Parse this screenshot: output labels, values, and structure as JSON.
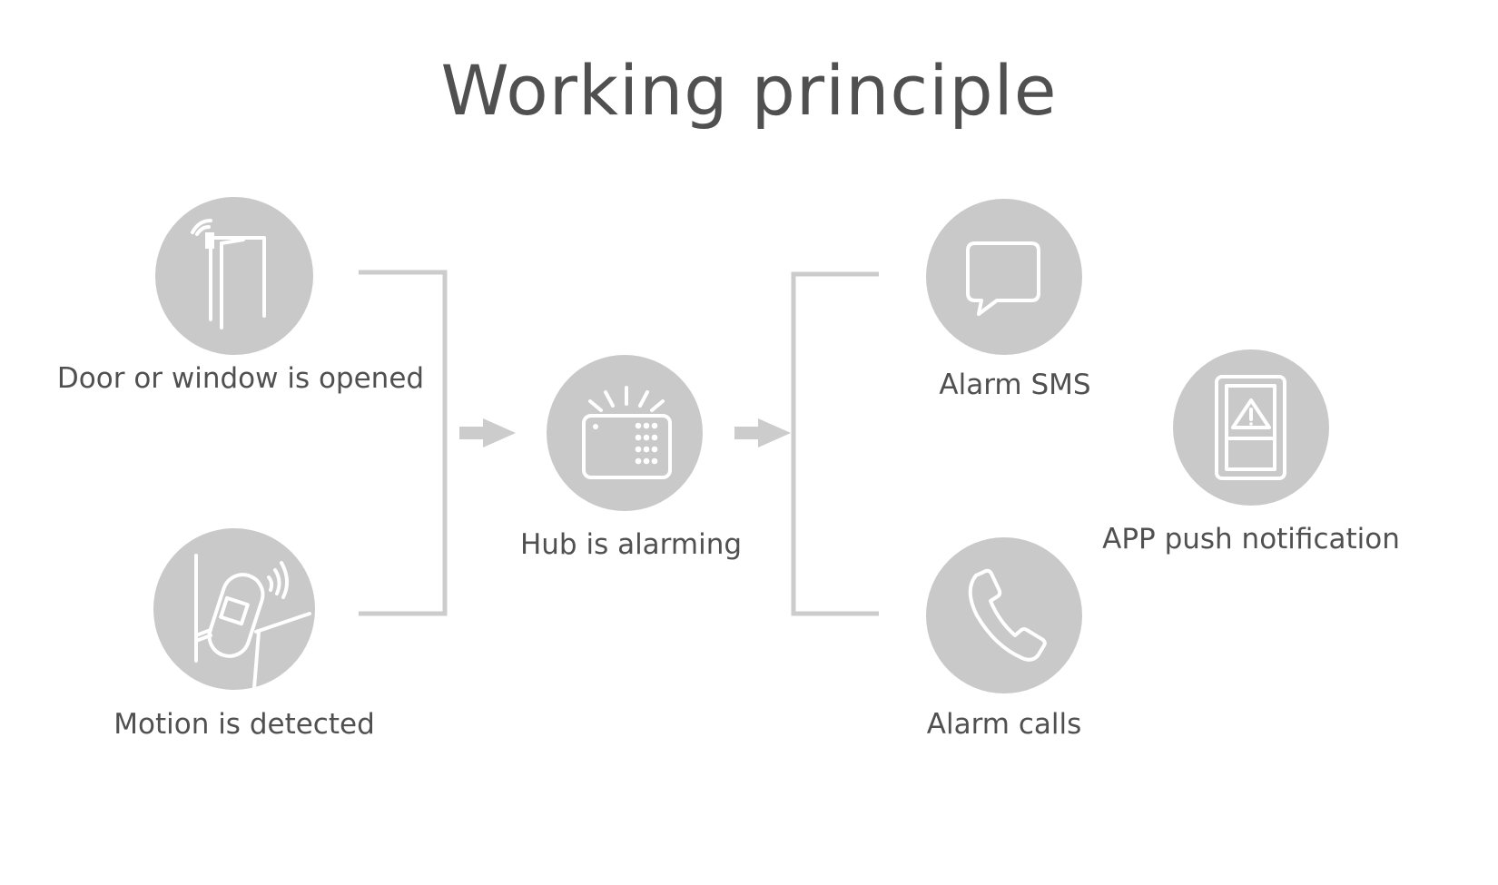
{
  "title": "Working principle",
  "nodes": {
    "door_window": {
      "label": "Door or window is opened",
      "icon": "door-sensor-icon"
    },
    "motion": {
      "label": "Motion is detected",
      "icon": "motion-sensor-icon"
    },
    "hub": {
      "label": "Hub is alarming",
      "icon": "alarm-hub-icon"
    },
    "sms": {
      "label": "Alarm SMS",
      "icon": "sms-icon"
    },
    "app_push": {
      "label": "APP push notification",
      "icon": "app-push-icon"
    },
    "calls": {
      "label": "Alarm calls",
      "icon": "phone-icon"
    }
  },
  "colors": {
    "circle": "#c9c9c9",
    "connector": "#cccccc",
    "text": "#505050",
    "icon": "#ffffff"
  }
}
